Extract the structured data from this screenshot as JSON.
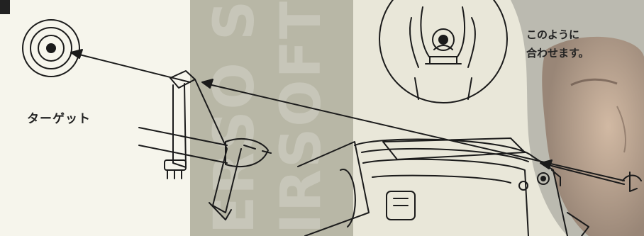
{
  "diagram": {
    "target_label": "ターゲット",
    "note_line1": "このように",
    "note_line2": "合わせます。",
    "watermark_line1": "ERSO SNI",
    "watermark_line2": "IRSOFT"
  }
}
